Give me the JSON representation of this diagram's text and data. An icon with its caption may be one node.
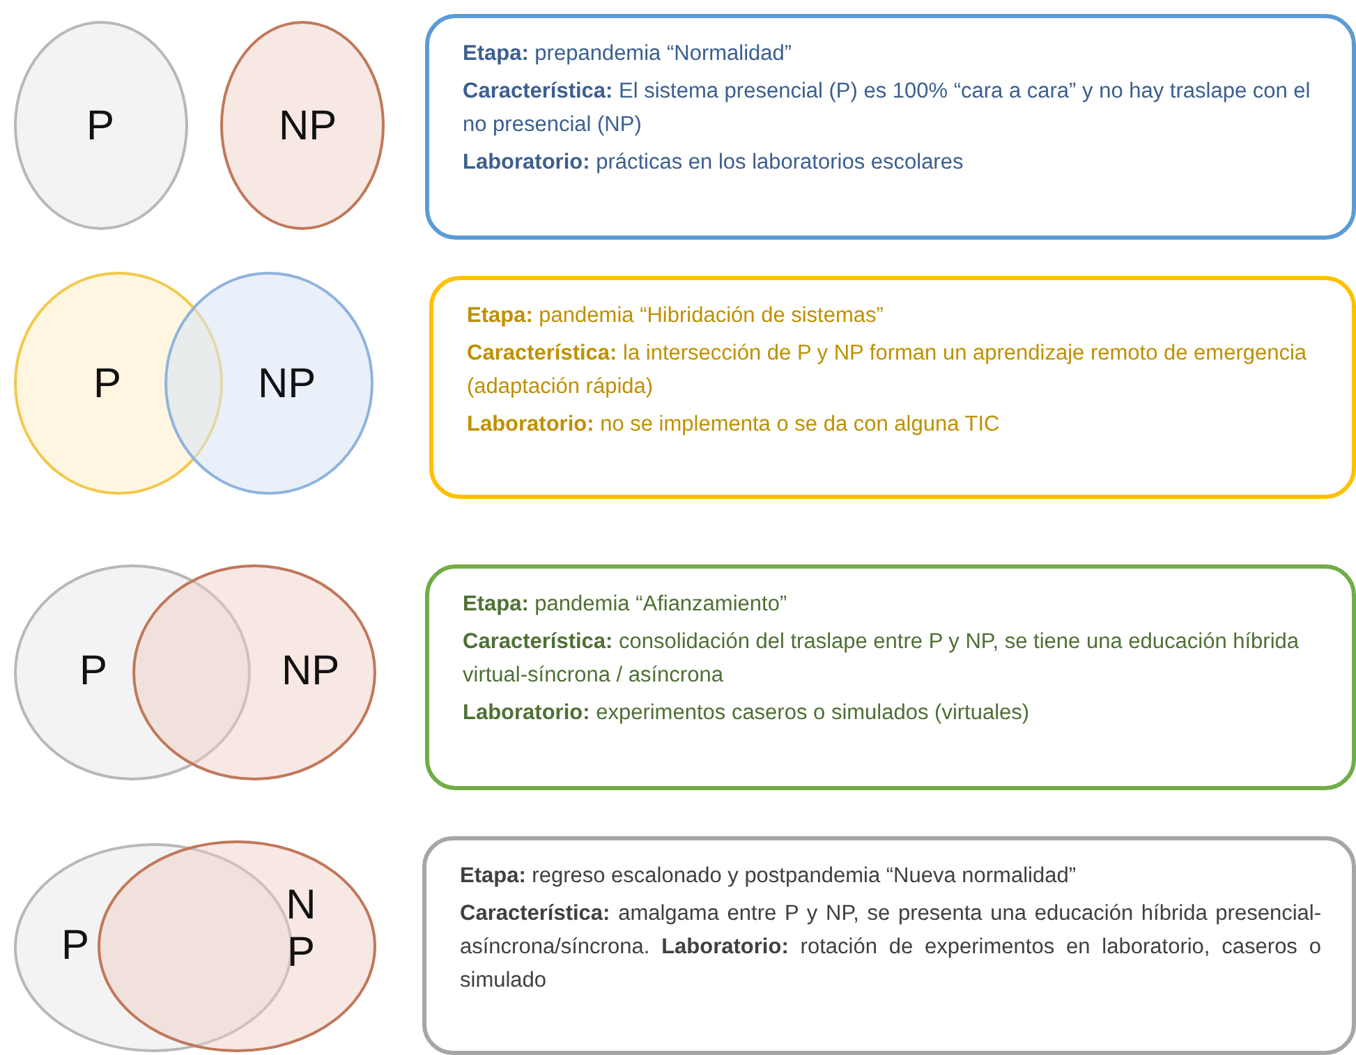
{
  "diagram": {
    "nodes": [
      {
        "text": [
          "P"
        ]
      },
      {
        "text": [
          "NP"
        ]
      },
      {
        "text": [
          "**Etapa:** prepandemia “Normalidad”",
          "**Característica:** El sistema presencial (P) es 100% “cara a cara” y no hay traslape con el no presencial (NP)",
          "**Laboratorio:** prácticas en los laboratorios escolares"
        ]
      },
      {
        "text": [
          "P"
        ]
      },
      {
        "text": [
          "NP"
        ]
      },
      {
        "text": [
          "**Etapa:** pandemia “Hibridación de sistemas”",
          "**Característica:** la intersección de P y NP forman un aprendizaje remoto de emergencia (adaptación rápida)",
          "**Laboratorio:** no se implementa o se da con alguna TIC"
        ]
      },
      {
        "text": [
          "P"
        ]
      },
      {
        "text": [
          "NP"
        ]
      },
      {
        "text": [
          "**Etapa:** pandemia “Afianzamiento”",
          "**Característica:** consolidación del traslape entre P y NP, se tiene una educación híbrida virtual-síncrona / asíncrona",
          "**Laboratorio:** experimentos caseros o simulados (virtuales)"
        ]
      },
      {
        "text": [
          "P"
        ]
      },
      {
        "text": [
          "N P"
        ]
      },
      {
        "text": [
          "**Etapa:** regreso escalonado y postpandemia “Nueva normalidad”",
          "**Característica:** amalgama entre P y NP, se presenta una educación híbrida presencial-asíncrona/síncrona. **Laboratorio:** rotación de experimentos en laboratorio, caseros o simulado"
        ]
      }
    ],
    "edges": []
  }
}
